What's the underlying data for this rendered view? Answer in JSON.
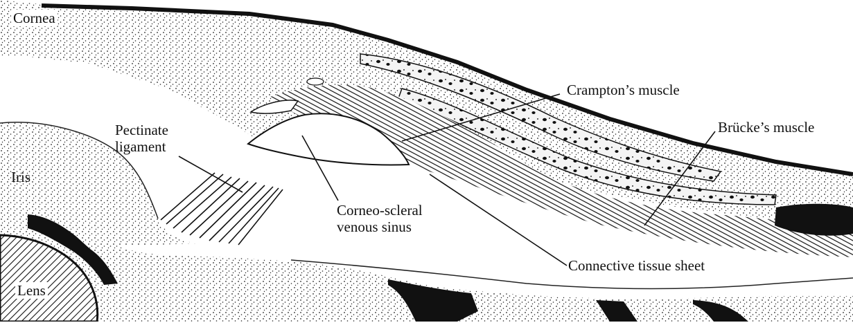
{
  "labels": {
    "cornea": "Cornea",
    "iris": "Iris",
    "lens": "Lens",
    "pectinate_line1": "Pectinate",
    "pectinate_line2": "ligament",
    "sinus_line1": "Corneo-scleral",
    "sinus_line2": "venous sinus",
    "crampton": "Crampton’s muscle",
    "brucke": "Brücke’s muscle",
    "connective": "Connective tissue sheet"
  },
  "colors": {
    "ink": "#111111",
    "paper": "#ffffff"
  }
}
